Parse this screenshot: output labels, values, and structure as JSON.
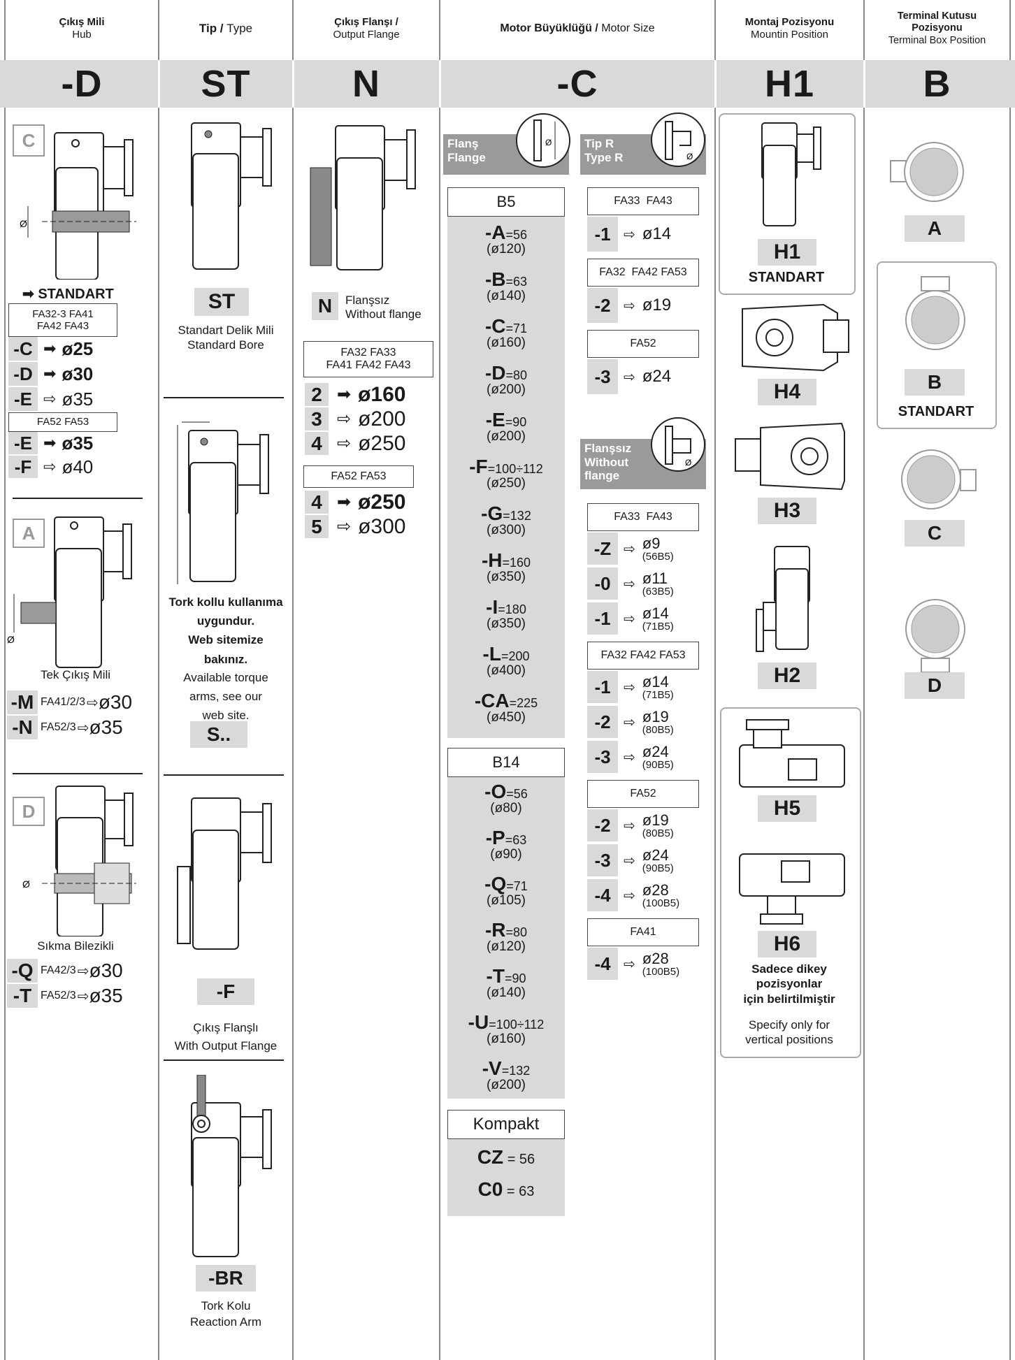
{
  "headers": [
    {
      "tr": "Çıkış Mili",
      "en": "Hub"
    },
    {
      "tr": "Tip",
      "sep": " / ",
      "en": "Type"
    },
    {
      "tr": "Çıkış Flanşı /",
      "en": "Output Flange"
    },
    {
      "tr": "Motor Büyüklüğü",
      "sep": " / ",
      "en": "Motor Size"
    },
    {
      "tr": "Montaj Pozisyonu",
      "en": "Mountin Position"
    },
    {
      "tr": "Terminal Kutusu",
      "tr2": "Pozisyonu",
      "en": "Terminal Box Position"
    }
  ],
  "codes": [
    "-D",
    "ST",
    "N",
    "-C",
    "H1",
    "B"
  ],
  "hub": {
    "c_letter": "C",
    "phi": "Ø",
    "standart": "STANDART",
    "group1": "FA32-3 FA41\nFA42 FA43",
    "rows1": [
      {
        "code": "-C",
        "arrow": "➡",
        "val": "ø25",
        "bold": true
      },
      {
        "code": "-D",
        "arrow": "➡",
        "val": "ø30",
        "bold": true
      },
      {
        "code": "-E",
        "arrow": "⇨",
        "val": "ø35",
        "bold": false
      }
    ],
    "group2": "FA52 FA53",
    "rows2": [
      {
        "code": "-E",
        "arrow": "➡",
        "val": "ø35",
        "bold": true
      },
      {
        "code": "-F",
        "arrow": "⇨",
        "val": "ø40",
        "bold": false
      }
    ],
    "a_letter": "A",
    "a_caption": "Tek Çıkış Mili",
    "a_rows": [
      {
        "code": "-M",
        "series": "FA41/2/3",
        "arrow": "⇨",
        "val": "ø30"
      },
      {
        "code": "-N",
        "series": "FA52/3",
        "arrow": "⇨",
        "val": "ø35"
      }
    ],
    "d_letter": "D",
    "d_caption": "Sıkma Bilezikli",
    "d_rows": [
      {
        "code": "-Q",
        "series": "FA42/3",
        "arrow": "⇨",
        "val": "ø30"
      },
      {
        "code": "-T",
        "series": "FA52/3",
        "arrow": "⇨",
        "val": "ø35"
      }
    ]
  },
  "type": {
    "st_label": "ST",
    "st_caption": "Standart Delik Mili\nStandard Bore",
    "torque_bold": "Tork kollu kullanıma\nuygundur.\nWeb sitemize\nbakınız.",
    "torque_en": "Available torque\narms, see our\nweb site.",
    "s_label": "S..",
    "f_label": "-F",
    "f_caption": "Çıkış Flanşlı\nWith Output Flange",
    "br_label": "-BR",
    "br_caption": "Tork Kolu\nReaction Arm"
  },
  "flange": {
    "n_label": "N",
    "n_caption": "Flanşsız\nWithout flange",
    "group1": "FA32 FA33\nFA41 FA42 FA43",
    "rows1": [
      {
        "code": "2",
        "arrow": "➡",
        "val": "ø160",
        "bold": true
      },
      {
        "code": "3",
        "arrow": "⇨",
        "val": "ø200",
        "bold": false
      },
      {
        "code": "4",
        "arrow": "⇨",
        "val": "ø250",
        "bold": false
      }
    ],
    "group2": "FA52 FA53",
    "rows2": [
      {
        "code": "4",
        "arrow": "➡",
        "val": "ø250",
        "bold": true
      },
      {
        "code": "5",
        "arrow": "⇨",
        "val": "ø300",
        "bold": false
      }
    ]
  },
  "motor": {
    "flange_tag": "Flanş\nFlange",
    "b5_title": "B5",
    "b5": [
      {
        "code": "-A",
        "val": "=56",
        "dia": "(ø120)"
      },
      {
        "code": "-B",
        "val": "=63",
        "dia": "(ø140)"
      },
      {
        "code": "-C",
        "val": "=71",
        "dia": "(ø160)"
      },
      {
        "code": "-D",
        "val": "=80",
        "dia": "(ø200)"
      },
      {
        "code": "-E",
        "val": "=90",
        "dia": "(ø200)"
      },
      {
        "code": "-F",
        "val": "=100÷112",
        "dia": "(ø250)"
      },
      {
        "code": "-G",
        "val": "=132",
        "dia": "(ø300)"
      },
      {
        "code": "-H",
        "val": "=160",
        "dia": "(ø350)"
      },
      {
        "code": "-I",
        "val": "=180",
        "dia": "(ø350)"
      },
      {
        "code": "-L",
        "val": "=200",
        "dia": "(ø400)"
      },
      {
        "code": "-CA",
        "val": "=225",
        "dia": "(ø450)"
      }
    ],
    "b14_title": "B14",
    "b14": [
      {
        "code": "-O",
        "val": "=56",
        "dia": "(ø80)"
      },
      {
        "code": "-P",
        "val": "=63",
        "dia": "(ø90)"
      },
      {
        "code": "-Q",
        "val": "=71",
        "dia": "(ø105)"
      },
      {
        "code": "-R",
        "val": "=80",
        "dia": "(ø120)"
      },
      {
        "code": "-T",
        "val": "=90",
        "dia": "(ø140)"
      },
      {
        "code": "-U",
        "val": "=100÷112",
        "dia": "(ø160)"
      },
      {
        "code": "-V",
        "val": "=132",
        "dia": "(ø200)"
      }
    ],
    "kompakt_title": "Kompakt",
    "kompakt": [
      {
        "code": "CZ",
        "val": "= 56"
      },
      {
        "code": "C0",
        "val": "= 63"
      }
    ],
    "tipr_tag": "Tip R\nType R",
    "tipr": [
      {
        "group": "FA33  FA43",
        "rows": [
          {
            "code": "-1",
            "arrow": "⇨",
            "val": "ø14"
          }
        ]
      },
      {
        "group": "FA32  FA42 FA53",
        "rows": [
          {
            "code": "-2",
            "arrow": "⇨",
            "val": "ø19"
          }
        ]
      },
      {
        "group": "FA52",
        "rows": [
          {
            "code": "-3",
            "arrow": "⇨",
            "val": "ø24"
          }
        ]
      }
    ],
    "noflange_tag": "Flanşsız\nWithout\nflange",
    "noflange": [
      {
        "group": "FA33  FA43",
        "rows": [
          {
            "code": "-Z",
            "arrow": "⇨",
            "val": "ø9",
            "sub": "(56B5)"
          },
          {
            "code": "-0",
            "arrow": "⇨",
            "val": "ø11",
            "sub": "(63B5)"
          },
          {
            "code": "-1",
            "arrow": "⇨",
            "val": "ø14",
            "sub": "(71B5)"
          }
        ]
      },
      {
        "group": "FA32 FA42 FA53",
        "rows": [
          {
            "code": "-1",
            "arrow": "⇨",
            "val": "ø14",
            "sub": "(71B5)"
          },
          {
            "code": "-2",
            "arrow": "⇨",
            "val": "ø19",
            "sub": "(80B5)"
          },
          {
            "code": "-3",
            "arrow": "⇨",
            "val": "ø24",
            "sub": "(90B5)"
          }
        ]
      },
      {
        "group": "FA52",
        "rows": [
          {
            "code": "-2",
            "arrow": "⇨",
            "val": "ø19",
            "sub": "(80B5)"
          },
          {
            "code": "-3",
            "arrow": "⇨",
            "val": "ø24",
            "sub": "(90B5)"
          },
          {
            "code": "-4",
            "arrow": "⇨",
            "val": "ø28",
            "sub": "(100B5)"
          }
        ]
      },
      {
        "group": "FA41",
        "rows": [
          {
            "code": "-4",
            "arrow": "⇨",
            "val": "ø28",
            "sub": "(100B5)"
          }
        ]
      }
    ]
  },
  "mounting": {
    "h1": "H1",
    "h1_sub": "STANDART",
    "h4": "H4",
    "h3": "H3",
    "h2": "H2",
    "h5": "H5",
    "h6": "H6",
    "note_tr": "Sadece dikey\npozisyonlar\niçin belirtilmiştir",
    "note_en": "Specify only for\nvertical positions"
  },
  "terminal": {
    "a": "A",
    "b": "B",
    "b_sub": "STANDART",
    "c": "C",
    "d": "D"
  }
}
